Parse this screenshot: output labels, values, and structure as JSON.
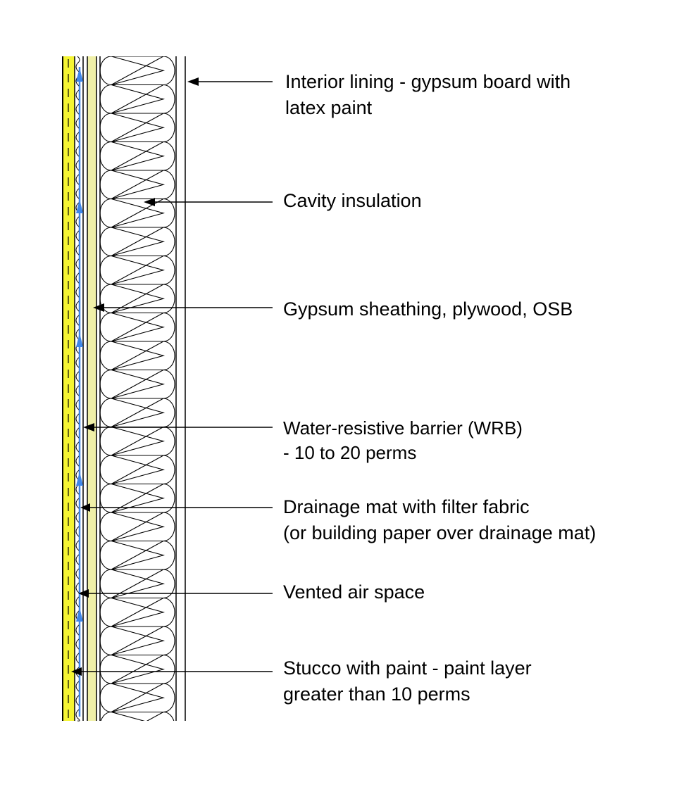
{
  "colors": {
    "stucco": "#f5f533",
    "sheathing": "#f0f0a8",
    "drainage_arrow": "#3f86e8",
    "line": "#000000"
  },
  "callouts": [
    {
      "id": "interior-lining",
      "lines": [
        "Interior lining - gypsum board with",
        "latex paint"
      ]
    },
    {
      "id": "cavity-insulation",
      "lines": [
        "Cavity insulation"
      ]
    },
    {
      "id": "sheathing",
      "lines": [
        "Gypsum sheathing, plywood, OSB"
      ]
    },
    {
      "id": "wrb",
      "lines": [
        "Water-resistive barrier (WRB)",
        "- 10 to 20 perms"
      ]
    },
    {
      "id": "drainage-mat",
      "lines": [
        "Drainage mat with filter fabric",
        "(or building paper over drainage mat)"
      ]
    },
    {
      "id": "vented-air-space",
      "lines": [
        "Vented air space"
      ]
    },
    {
      "id": "stucco",
      "lines": [
        "Stucco with paint - paint layer",
        "greater than 10 perms"
      ]
    }
  ]
}
